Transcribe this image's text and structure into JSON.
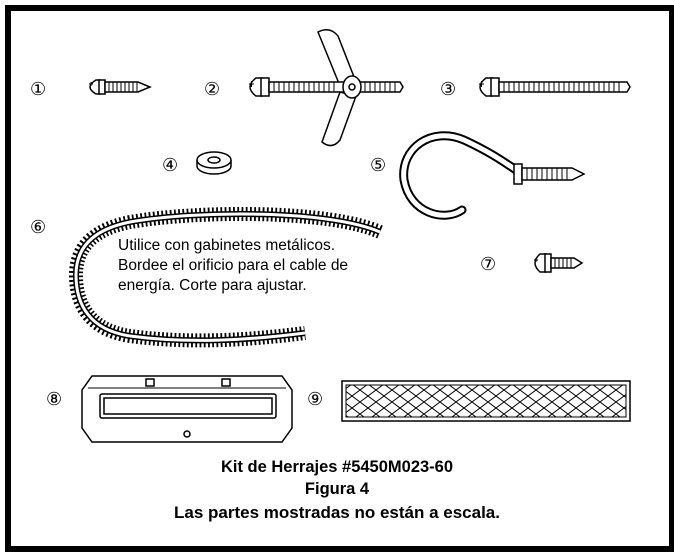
{
  "parts": [
    {
      "number": "①",
      "icon": "short-screw-icon"
    },
    {
      "number": "②",
      "icon": "toggle-bolt-icon"
    },
    {
      "number": "③",
      "icon": "long-screw-icon"
    },
    {
      "number": "④",
      "icon": "washer-icon"
    },
    {
      "number": "⑤",
      "icon": "hook-screw-icon"
    },
    {
      "number": "⑥",
      "icon": "edge-grommet-strip-icon"
    },
    {
      "number": "⑦",
      "icon": "small-screw-icon"
    },
    {
      "number": "⑧",
      "icon": "cover-plate-icon"
    },
    {
      "number": "⑨",
      "icon": "filter-mesh-icon"
    }
  ],
  "note": {
    "line1": "Utilice con gabinetes metálicos.",
    "line2": "Bordee el orificio para el cable de",
    "line3": "energía. Corte para ajustar."
  },
  "caption": {
    "kit": "Kit de Herrajes #5450M023-60",
    "figure": "Figura 4",
    "scale_note": "Las partes mostradas no están a escala."
  }
}
